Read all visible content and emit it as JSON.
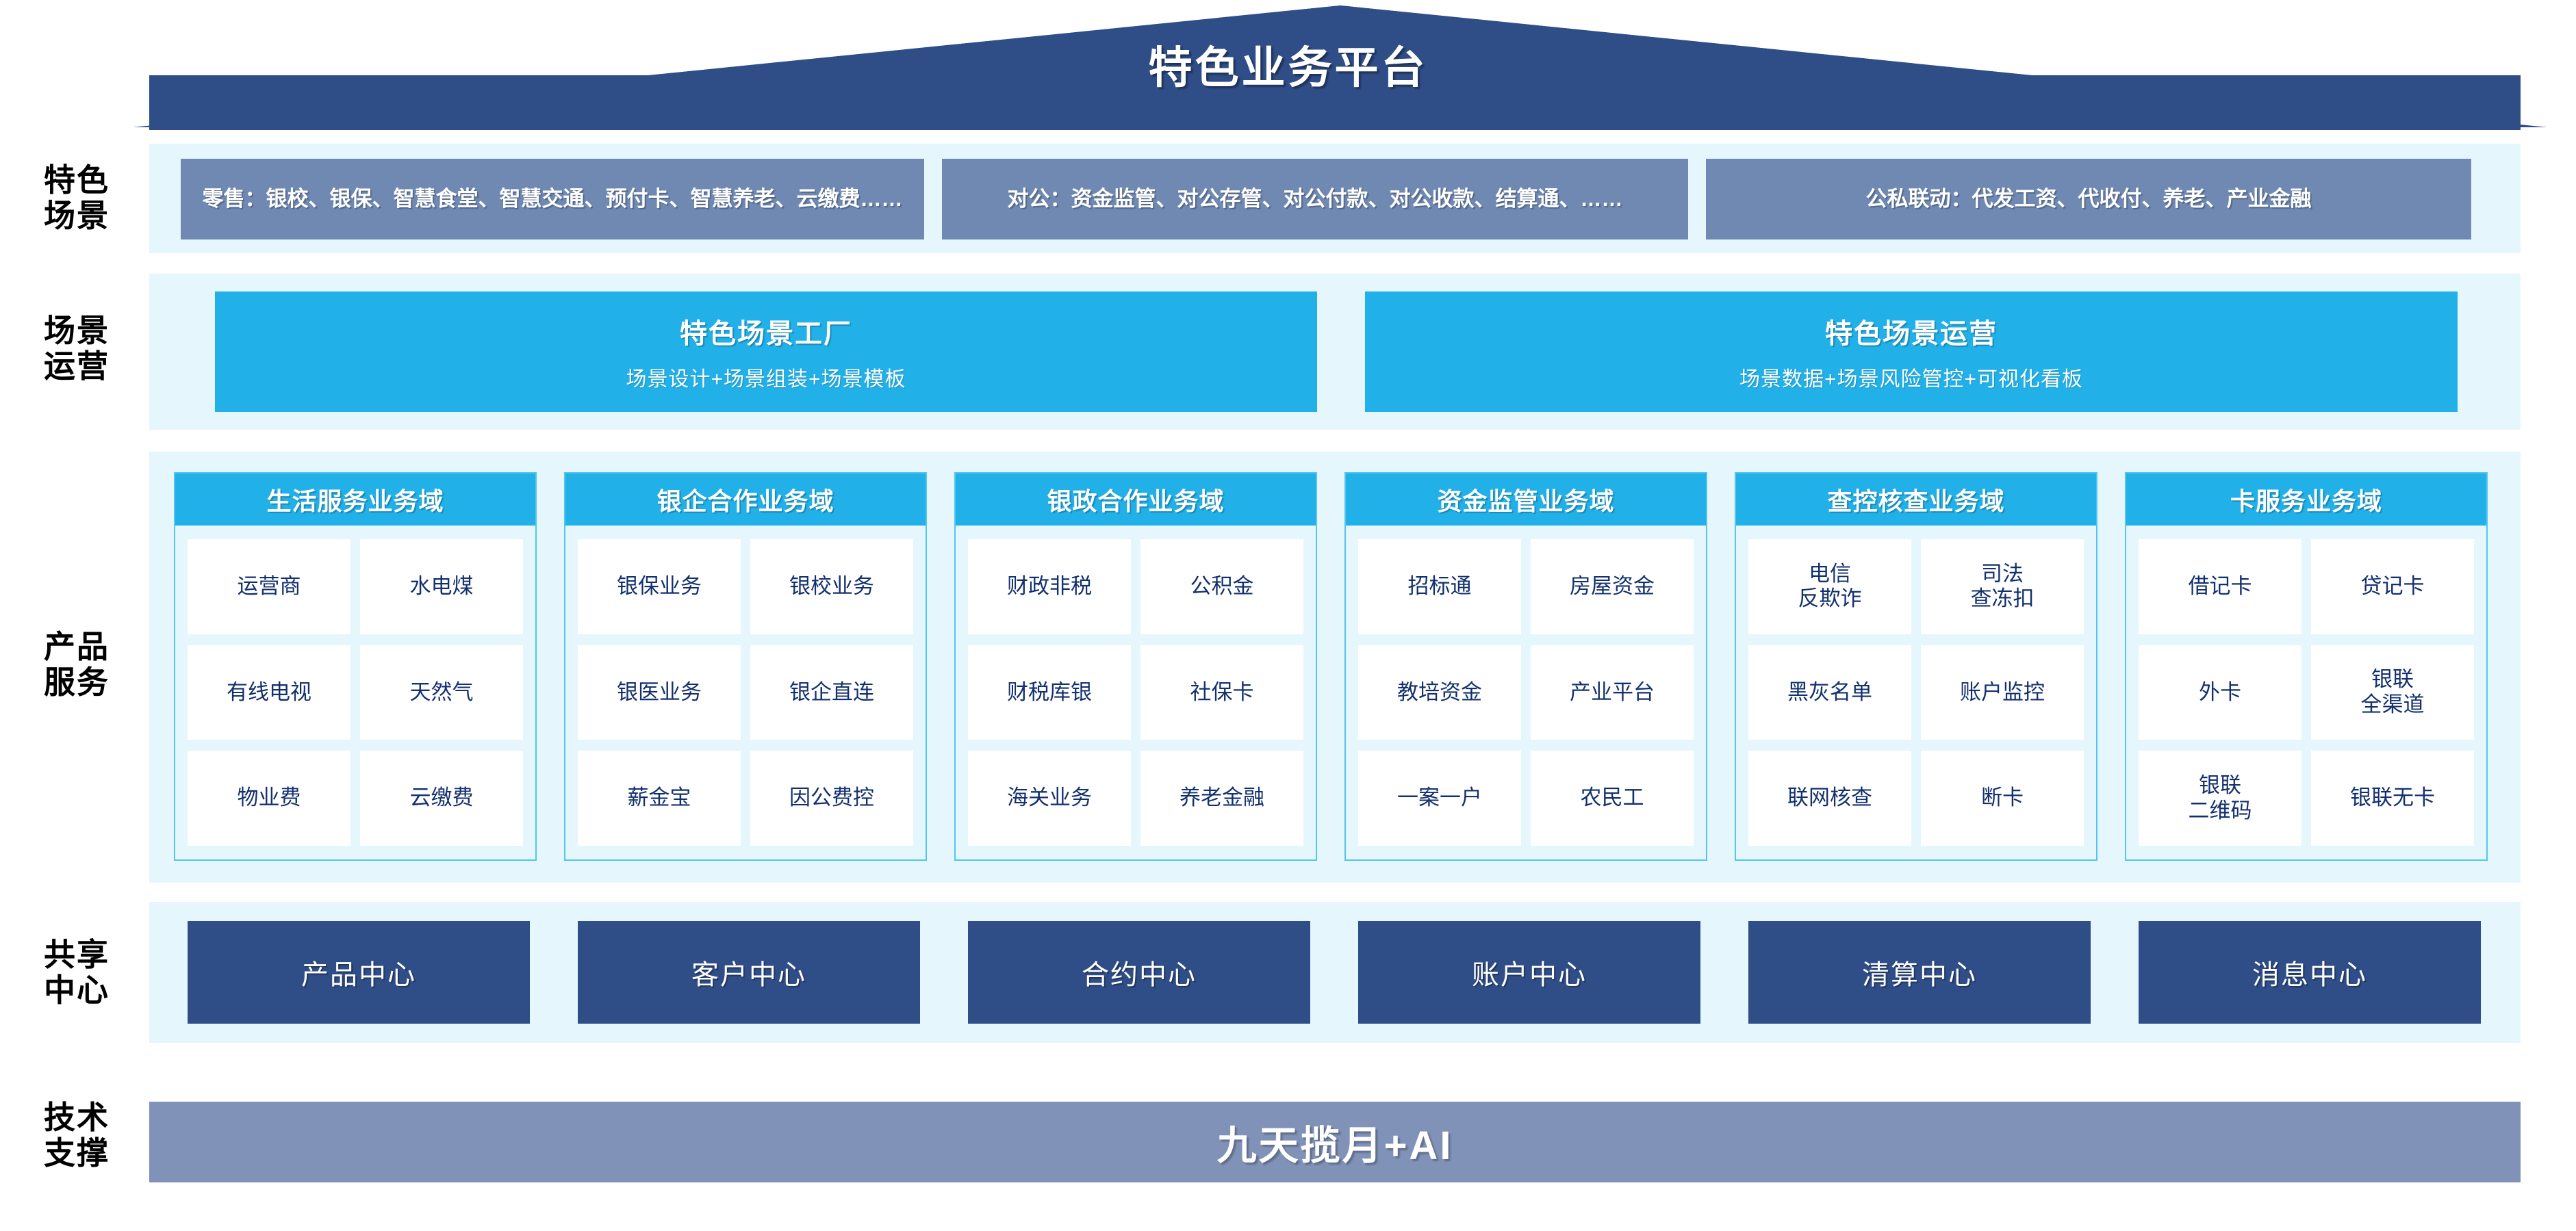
{
  "header": {
    "title": "特色业务平台"
  },
  "row_labels": {
    "scenario": "特色\n场景",
    "operation": "场景\n运营",
    "product": "产品\n服务",
    "shared": "共享\n中心",
    "tech": "技术\n支撑"
  },
  "scenarios": [
    {
      "text": "零售：银校、银保、智慧食堂、智慧交通、预付卡、智慧养老、云缴费……"
    },
    {
      "text": "对公：资金监管、对公存管、对公付款、对公收款、结算通、……"
    },
    {
      "text": "公私联动：代发工资、代收付、养老、产业金融"
    }
  ],
  "operations": [
    {
      "title": "特色场景工厂",
      "subtitle": "场景设计+场景组装+场景模板"
    },
    {
      "title": "特色场景运营",
      "subtitle": "场景数据+场景风险管控+可视化看板"
    }
  ],
  "domains": [
    {
      "title": "生活服务业务域",
      "items": [
        "运营商",
        "水电煤",
        "有线电视",
        "天然气",
        "物业费",
        "云缴费"
      ]
    },
    {
      "title": "银企合作业务域",
      "items": [
        "银保业务",
        "银校业务",
        "银医业务",
        "银企直连",
        "薪金宝",
        "因公费控"
      ]
    },
    {
      "title": "银政合作业务域",
      "items": [
        "财政非税",
        "公积金",
        "财税库银",
        "社保卡",
        "海关业务",
        "养老金融"
      ]
    },
    {
      "title": "资金监管业务域",
      "items": [
        "招标通",
        "房屋资金",
        "教培资金",
        "产业平台",
        "一案一户",
        "农民工"
      ]
    },
    {
      "title": "查控核查业务域",
      "items": [
        "电信\n反欺诈",
        "司法\n查冻扣",
        "黑灰名单",
        "账户监控",
        "联网核查",
        "断卡"
      ]
    },
    {
      "title": "卡服务业务域",
      "items": [
        "借记卡",
        "贷记卡",
        "外卡",
        "银联\n全渠道",
        "银联\n二维码",
        "银联无卡"
      ]
    }
  ],
  "shared_centers": [
    "产品中心",
    "客户中心",
    "合约中心",
    "账户中心",
    "清算中心",
    "消息中心"
  ],
  "tech_support": {
    "label": "九天揽月+AI"
  },
  "colors": {
    "roof_navy": "#2f4d87",
    "band_light": "#e6f6fd",
    "scenario_slate": "#7089b3",
    "cyan": "#21b0e8",
    "cell_text_navy": "#13306e",
    "shared_navy": "#2f4d87",
    "tech_slate": "#8092b8"
  }
}
